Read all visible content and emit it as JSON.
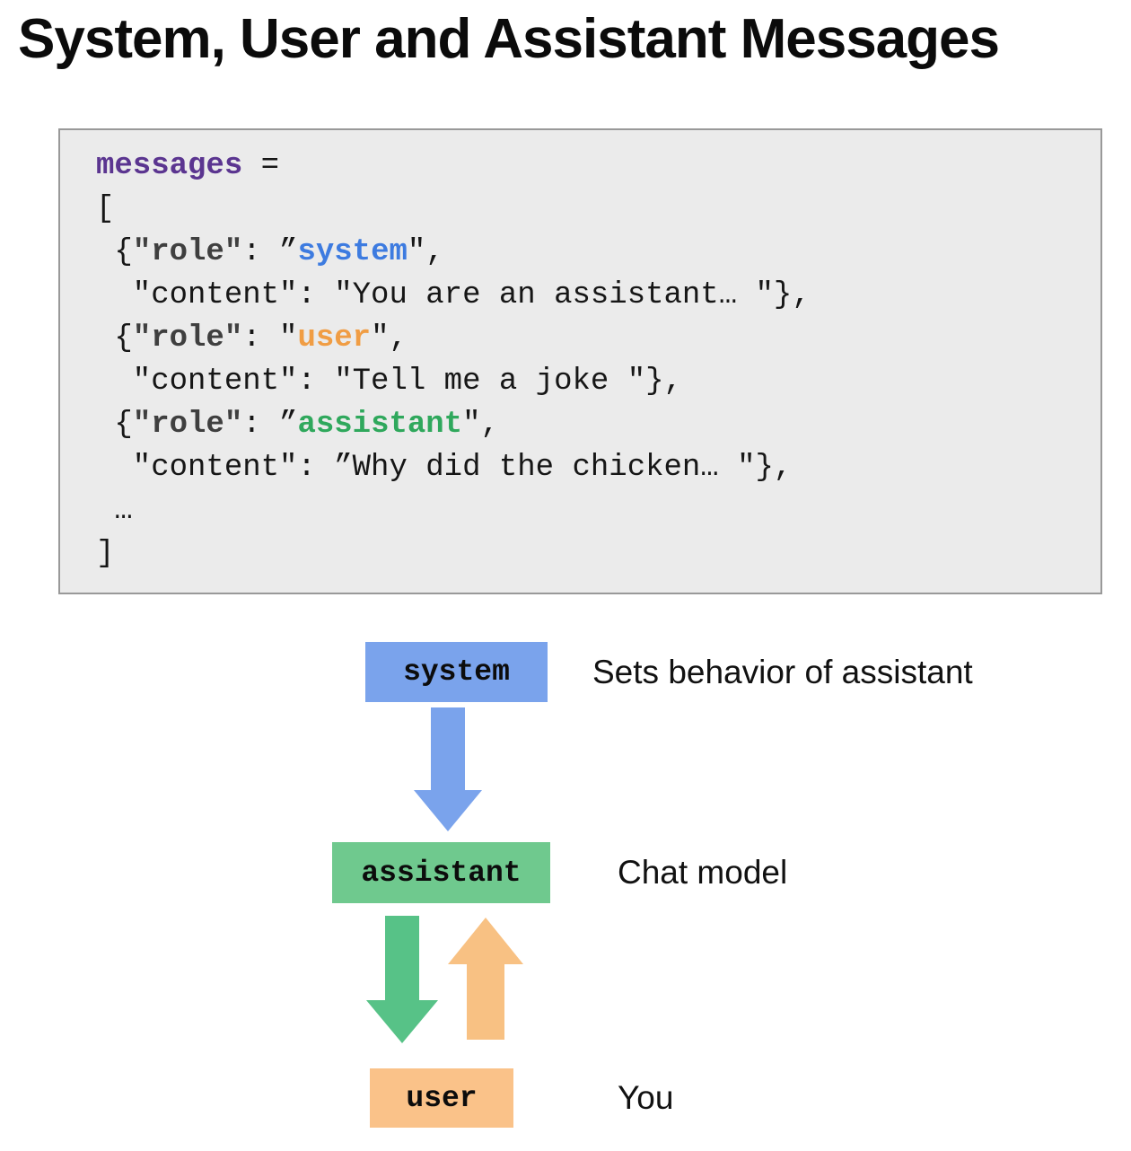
{
  "title": "System, User and Assistant Messages",
  "code": {
    "lines": [
      [
        {
          "t": "messages",
          "s": "var"
        },
        {
          "t": " =",
          "s": "p"
        }
      ],
      [
        {
          "t": "[",
          "s": "p"
        }
      ],
      [
        {
          "t": " {",
          "s": "p"
        },
        {
          "t": "\"role\"",
          "s": "k"
        },
        {
          "t": ": ",
          "s": "p"
        },
        {
          "t": "”",
          "s": "p"
        },
        {
          "t": "system",
          "s": "sys"
        },
        {
          "t": "\",",
          "s": "p"
        }
      ],
      [
        {
          "t": "  \"content\": \"You are an assistant… \"},",
          "s": "p"
        }
      ],
      [
        {
          "t": " {",
          "s": "p"
        },
        {
          "t": "\"role\"",
          "s": "k"
        },
        {
          "t": ": \"",
          "s": "p"
        },
        {
          "t": "user",
          "s": "usr"
        },
        {
          "t": "\",",
          "s": "p"
        }
      ],
      [
        {
          "t": "  \"content\": \"Tell me a joke \"},",
          "s": "p"
        }
      ],
      [
        {
          "t": " {",
          "s": "p"
        },
        {
          "t": "\"role\"",
          "s": "k"
        },
        {
          "t": ": ",
          "s": "p"
        },
        {
          "t": "”",
          "s": "p"
        },
        {
          "t": "assistant",
          "s": "ast"
        },
        {
          "t": "\",",
          "s": "p"
        }
      ],
      [
        {
          "t": "  \"content\": ”Why did the chicken… \"},",
          "s": "p"
        }
      ],
      [
        {
          "t": " …",
          "s": "p"
        }
      ],
      [
        {
          "t": "]",
          "s": "p"
        }
      ]
    ]
  },
  "diagram": {
    "nodes": [
      {
        "id": "system",
        "label": "system",
        "desc": "Sets behavior of assistant",
        "color": "#7aa3ec"
      },
      {
        "id": "assistant",
        "label": "assistant",
        "desc": "Chat model",
        "color": "#6fc98e"
      },
      {
        "id": "user",
        "label": "user",
        "desc": "You",
        "color": "#fac289"
      }
    ],
    "arrows": [
      {
        "from": "system",
        "to": "assistant",
        "direction": "down",
        "color": "#7aa3ec"
      },
      {
        "from": "assistant",
        "to": "user",
        "direction": "down",
        "color": "#57c287"
      },
      {
        "from": "user",
        "to": "assistant",
        "direction": "up",
        "color": "#f8c183"
      }
    ]
  },
  "colors": {
    "system_box": "#7aa3ec",
    "assistant_box": "#6fc98e",
    "user_box": "#fac289",
    "green_arrow": "#57c287",
    "orange_arrow": "#f8c183",
    "code_bg": "#ebebeb",
    "code_border": "#999999",
    "code_var": "#5b3590",
    "code_key": "#3f3f3f",
    "code_system": "#3d7be0",
    "code_user": "#f09d44",
    "code_assistant": "#2fa85c"
  }
}
